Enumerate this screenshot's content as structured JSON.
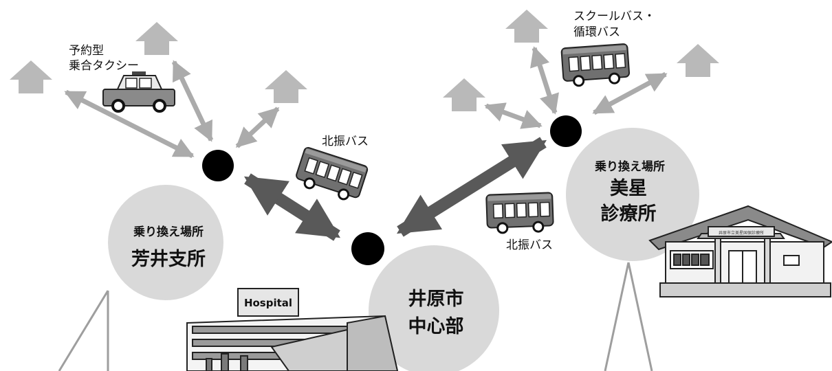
{
  "labels": {
    "reserve_taxi_line1": "予約型",
    "reserve_taxi_line2": "乗合タクシー",
    "school_bus_line1": "スクールバス・",
    "school_bus_line2": "循環バス",
    "hokushin_bus_upper": "北振バス",
    "hokushin_bus_lower": "北振バス"
  },
  "hubs": {
    "yoshii": {
      "caption": "乗り換え場所",
      "name": "芳井支所"
    },
    "center": {
      "name_line1": "井原市",
      "name_line2": "中心部"
    },
    "bisei": {
      "caption": "乗り換え場所",
      "name_line1": "美星",
      "name_line2": "診療所"
    }
  },
  "buildings": {
    "hospital_sign": "Hospital",
    "clinic_sign": "井原市立美星国保診療所"
  },
  "colors": {
    "hub_circle": "#d9d9d9",
    "house_icon": "#b9b9b9",
    "light_arrow": "#ababab",
    "dark_arrow": "#595959",
    "node": "#000000"
  },
  "icons": [
    "house-icon",
    "taxi-icon",
    "bus-icon",
    "hospital-building",
    "clinic-building"
  ]
}
